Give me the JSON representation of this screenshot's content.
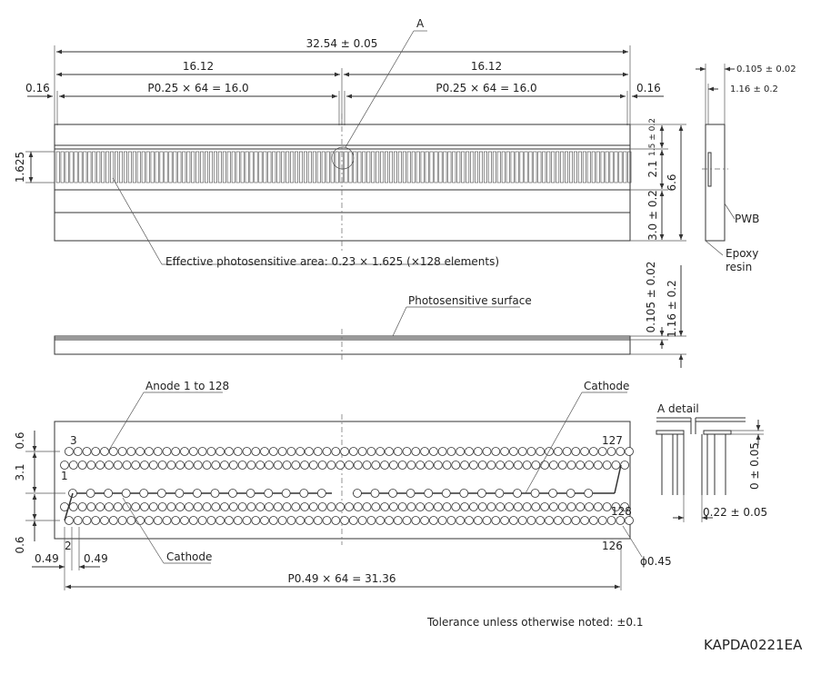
{
  "labels": {
    "detail_a": "A",
    "total_width": "32.54 ± 0.05",
    "half_left": "16.12",
    "half_right": "16.12",
    "edge_left": "0.16",
    "edge_right": "0.16",
    "pitch_left": "P0.25 × 64 = 16.0",
    "pitch_right": "P0.25 × 64 = 16.0",
    "height_1625": "1.625",
    "dim_15": "1.5 ± 0.2",
    "dim_21": "2.1",
    "dim_66": "6.6",
    "dim_30": "3.0 ± 0.2",
    "side_top1": "0.105 ± 0.02",
    "side_top2": "1.16 ± 0.2",
    "pwb": "PWB",
    "epoxy1": "Epoxy",
    "epoxy2": "resin",
    "effective_area": "Effective photosensitive area: 0.23 × 1.625 (×128 elements)",
    "photosensitive_surface": "Photosensitive surface",
    "mid_dim1": "0.105 ± 0.02",
    "mid_dim2": "1.16 ± 0.2",
    "anode": "Anode 1 to 128",
    "cathode_top": "Cathode",
    "cathode_bottom": "Cathode",
    "pin3": "3",
    "pin127": "127",
    "pin1": "1",
    "pin128": "128",
    "pin2": "2",
    "pin126": "126",
    "dim_06a": "0.6",
    "dim_31": "3.1",
    "dim_06b": "0.6",
    "dim_049a": "0.49",
    "dim_049b": "0.49",
    "pitch_bottom": "P0.49 × 64 = 31.36",
    "phi": "ϕ0.45",
    "a_detail": "A detail",
    "detail_v": "0 ± 0.05",
    "detail_h": "0.22 ± 0.05",
    "tolerance": "Tolerance unless otherwise noted: ±0.1",
    "part_code": "KAPDA0221EA"
  }
}
